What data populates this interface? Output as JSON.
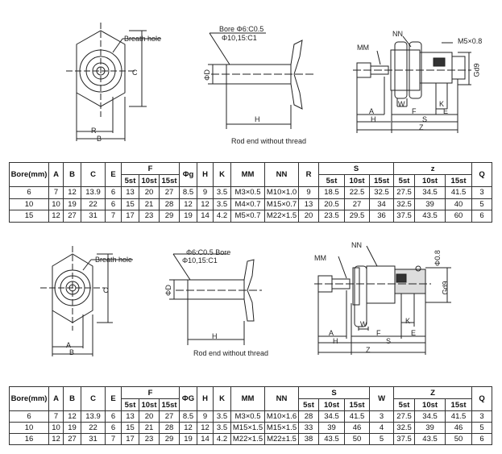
{
  "drawing1": {
    "breath_hole": "Breath hole",
    "dim_c": "C",
    "dim_r": "R",
    "dim_b": "B",
    "chamfer_line1": "Bore Φ6:C0.5",
    "chamfer_line2": "Φ10,15:C1",
    "dim_phi_d": "ΦD",
    "dim_h_rod": "H",
    "rod_caption": "Rod end without thread",
    "nn": "NN",
    "mm": "MM",
    "port": "M5×0.8",
    "gd9": "Gd9",
    "w": "W",
    "k": "K",
    "a": "A",
    "f": "F",
    "e": "E",
    "h": "H",
    "s": "S",
    "z": "Z"
  },
  "table1": {
    "headers": [
      "Bore(mm)",
      "A",
      "B",
      "C",
      "E",
      "F",
      "Φg",
      "H",
      "K",
      "MM",
      "NN",
      "R",
      "S",
      "z",
      "Q"
    ],
    "sub": [
      "5st",
      "10st",
      "15st"
    ],
    "rows": [
      [
        "6",
        "7",
        "12",
        "13.9",
        "6",
        "13",
        "20",
        "27",
        "8.5",
        "9",
        "3.5",
        "M3×0.5",
        "M10×1.0",
        "9",
        "18.5",
        "22.5",
        "32.5",
        "27.5",
        "34.5",
        "41.5",
        "3"
      ],
      [
        "10",
        "10",
        "19",
        "22",
        "6",
        "15",
        "21",
        "28",
        "12",
        "12",
        "3.5",
        "M4×0.7",
        "M15×0.7",
        "13",
        "20.5",
        "27",
        "34",
        "32.5",
        "39",
        "40",
        "5"
      ],
      [
        "15",
        "12",
        "27",
        "31",
        "7",
        "17",
        "23",
        "29",
        "19",
        "14",
        "4.2",
        "M5×0.7",
        "M22×1.5",
        "20",
        "23.5",
        "29.5",
        "36",
        "37.5",
        "43.5",
        "60",
        "6"
      ]
    ]
  },
  "drawing2": {
    "breath_hole": "Breath hole",
    "dim_c": "C",
    "dim_a": "A",
    "dim_b": "B",
    "chamfer_line1": "Φ6:C0.5 Bore",
    "chamfer_line2": "Φ10,15:C1",
    "dim_phi_d": "ΦD",
    "dim_h_rod": "H",
    "rod_caption": "Rod end without thread",
    "nn": "NN",
    "mm": "MM",
    "phi08": "Φ0.8",
    "gd9": "Gd9",
    "w": "W",
    "k": "K",
    "a": "A",
    "f": "F",
    "e": "E",
    "h": "H",
    "s": "S",
    "z": "Z"
  },
  "table2": {
    "headers": [
      "Bore(mm)",
      "A",
      "B",
      "C",
      "E",
      "F",
      "ΦG",
      "H",
      "K",
      "MM",
      "NN",
      "S",
      "W",
      "Z",
      "Q"
    ],
    "sub": [
      "5st",
      "10st",
      "15st"
    ],
    "rows": [
      [
        "6",
        "7",
        "12",
        "13.9",
        "6",
        "13",
        "20",
        "27",
        "8.5",
        "9",
        "3.5",
        "M3×0.5",
        "M10×1.6",
        "28",
        "34.5",
        "41.5",
        "3",
        "27.5",
        "34.5",
        "41.5",
        "3"
      ],
      [
        "10",
        "10",
        "19",
        "22",
        "6",
        "15",
        "21",
        "28",
        "12",
        "12",
        "3.5",
        "M15×1.5",
        "M15×1.5",
        "33",
        "39",
        "46",
        "4",
        "32.5",
        "39",
        "46",
        "5"
      ],
      [
        "16",
        "12",
        "27",
        "31",
        "7",
        "17",
        "23",
        "29",
        "19",
        "14",
        "4.2",
        "M22×1.5",
        "M22±1.5",
        "38",
        "43.5",
        "50",
        "5",
        "37.5",
        "43.5",
        "50",
        "6"
      ]
    ]
  }
}
